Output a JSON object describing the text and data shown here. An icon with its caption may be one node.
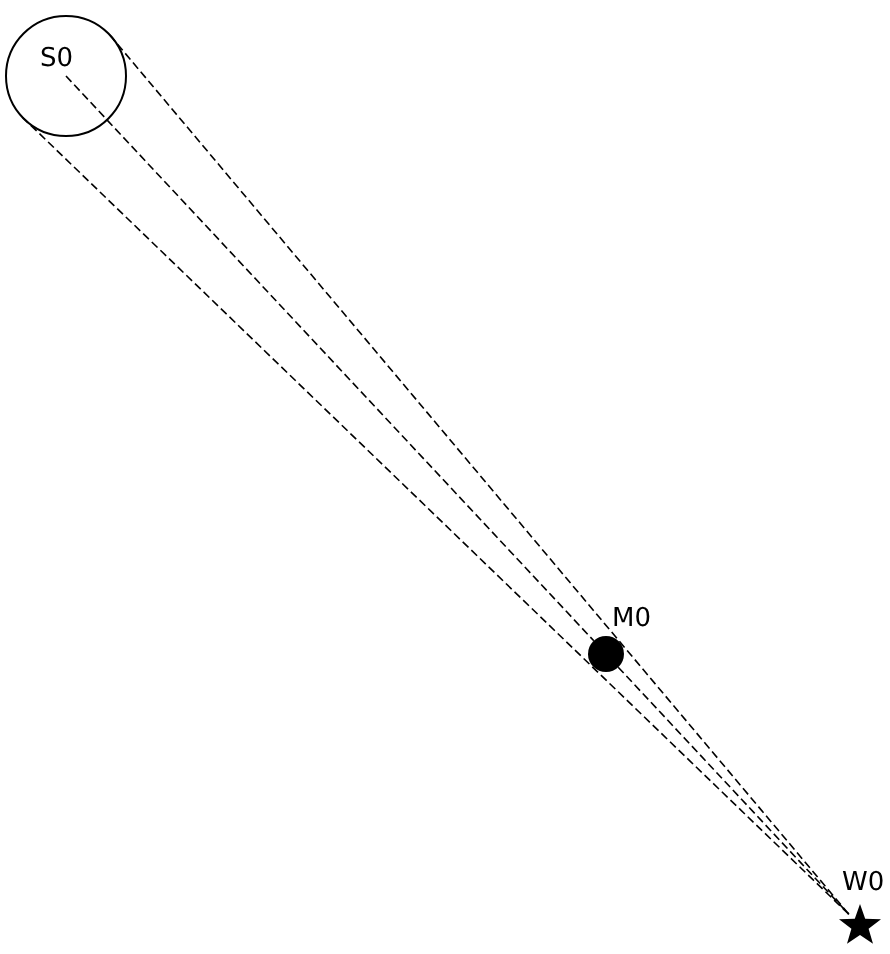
{
  "diagram": {
    "nodes": [
      {
        "text": [
          "S0"
        ]
      },
      {
        "text": [
          "M0"
        ]
      },
      {
        "text": [
          "W0"
        ]
      }
    ],
    "edges": [
      {
        "from": 0,
        "to": 2,
        "arrow": "none",
        "style": "dashed"
      },
      {
        "from": 0,
        "to": 1,
        "arrow": "none",
        "style": "dashed"
      },
      {
        "from": 1,
        "to": 2,
        "arrow": "none",
        "style": "dashed"
      },
      {
        "from": 0,
        "to": 2,
        "arrow": "none",
        "style": "dashed"
      }
    ]
  }
}
